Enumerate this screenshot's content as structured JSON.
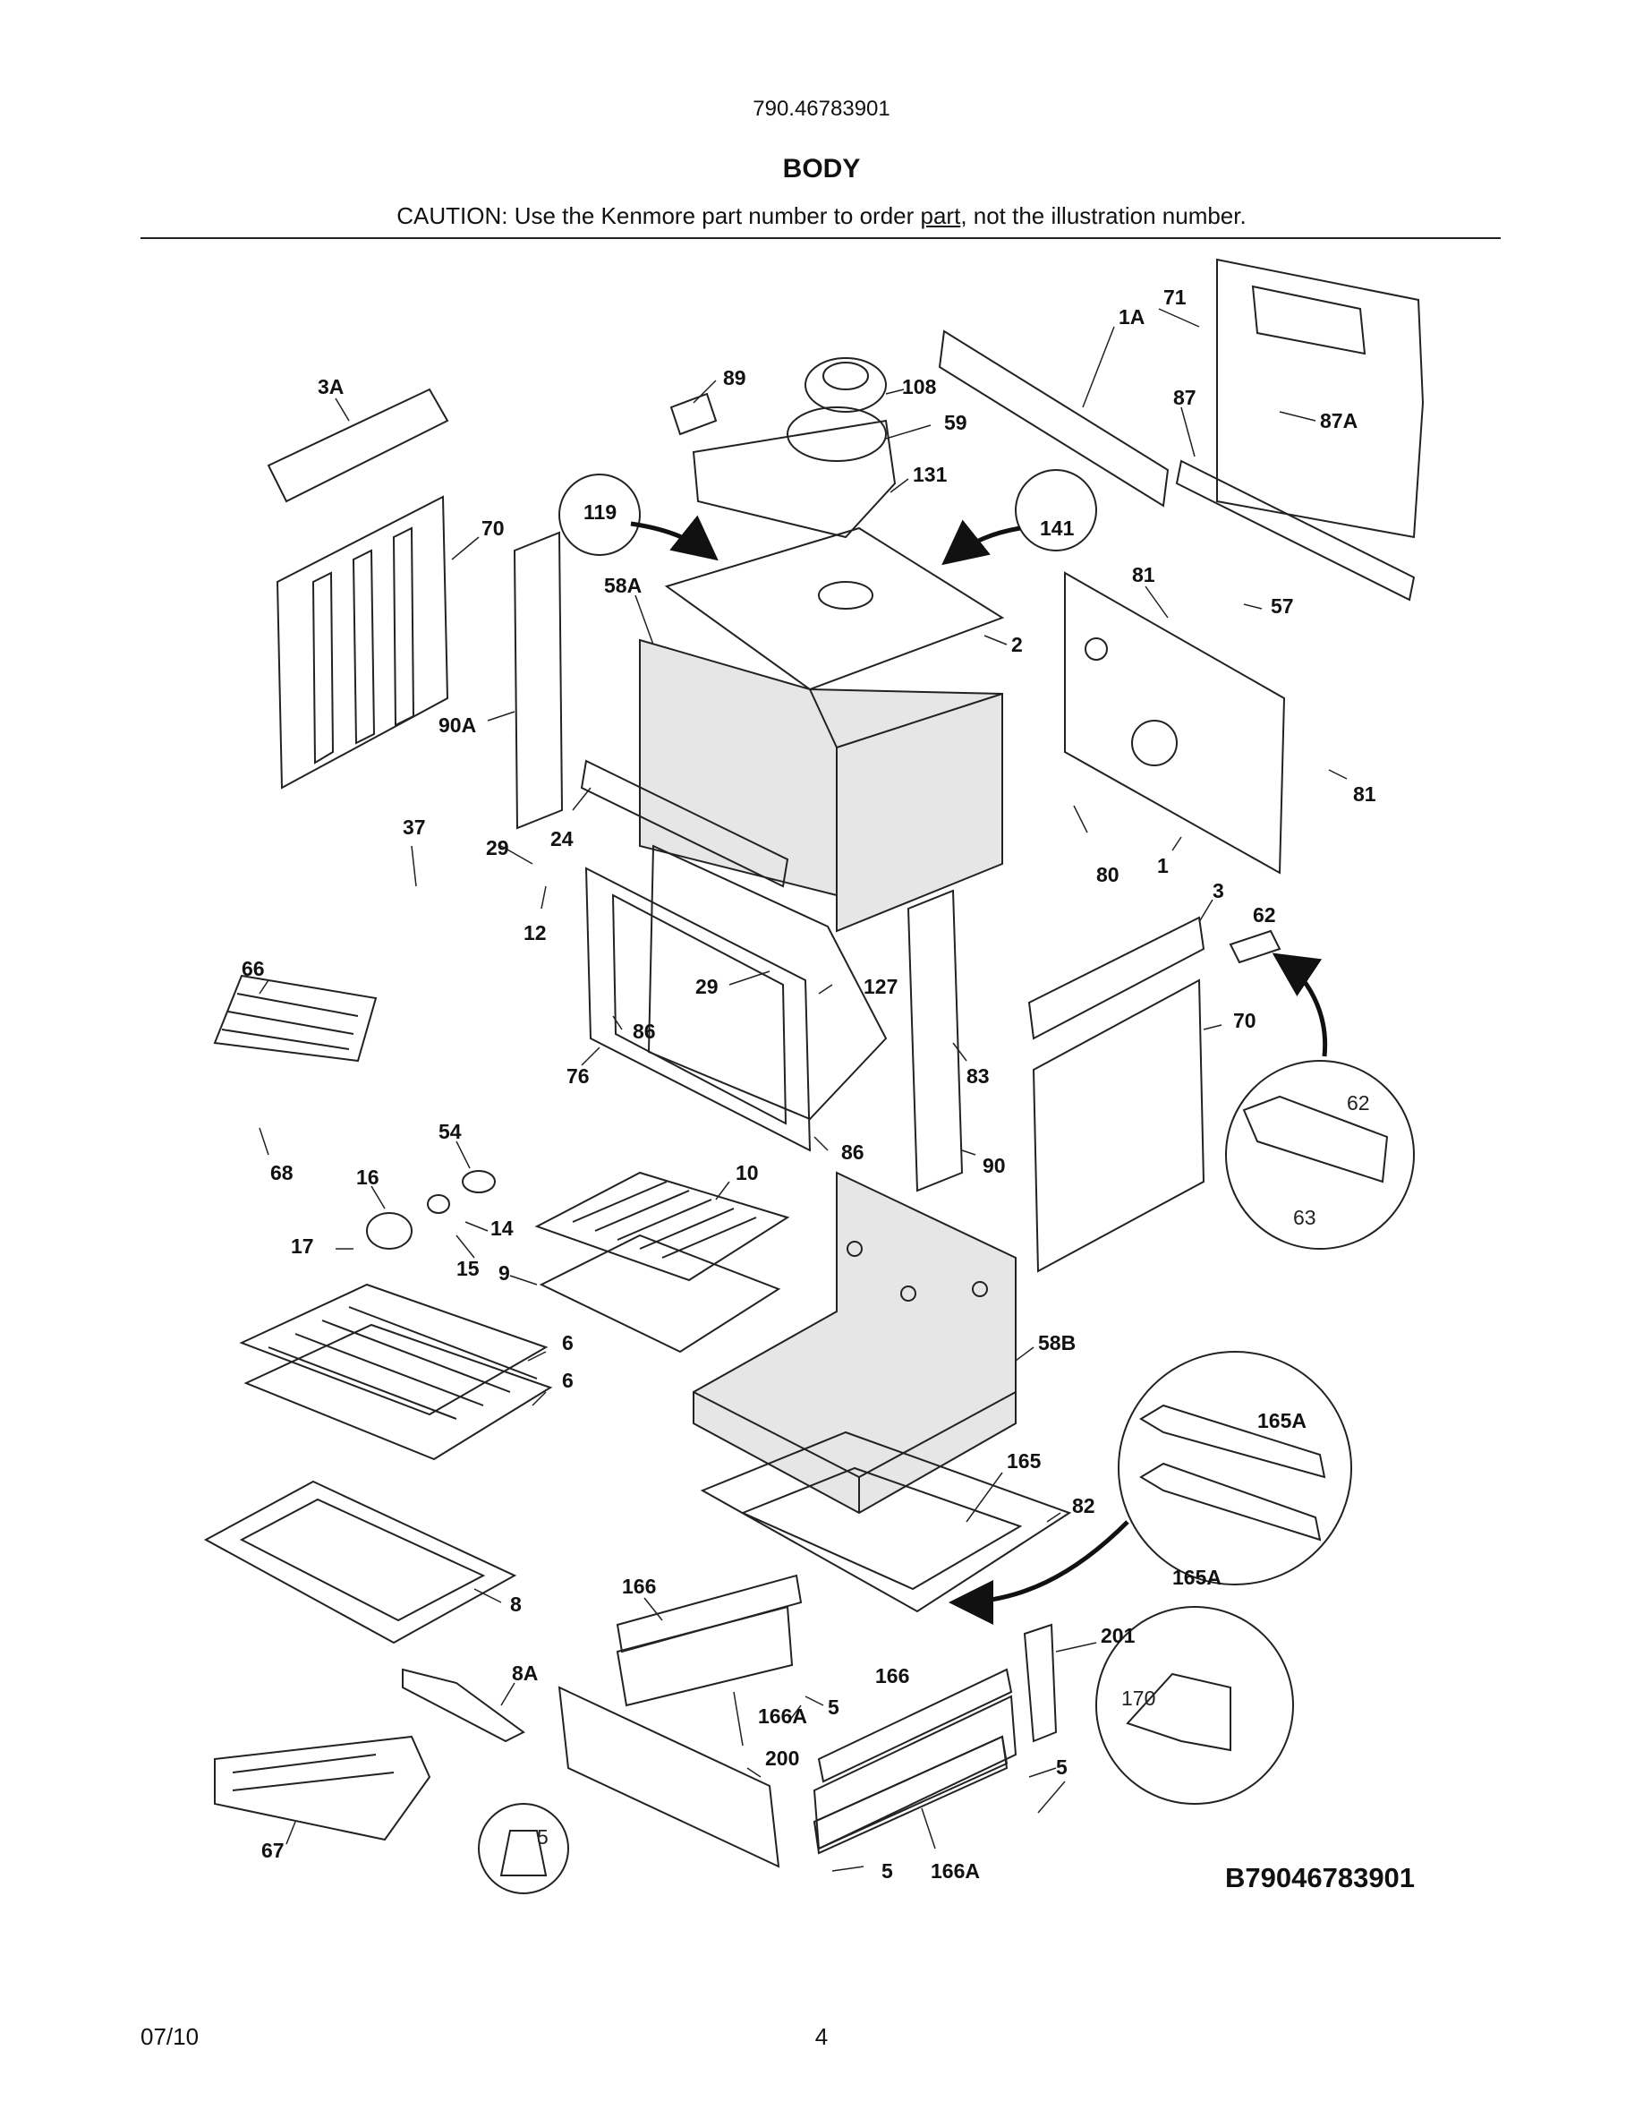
{
  "header": {
    "model_number": "790.46783901",
    "section_title": "BODY",
    "caution_before": "CAUTION: Use the Kenmore part number to order ",
    "caution_underlined": "part",
    "caution_after": ", not the illustration number."
  },
  "diagram": {
    "id": "B79046783901",
    "part_labels": [
      "71",
      "1A",
      "3A",
      "89",
      "108",
      "59",
      "87",
      "87A",
      "131",
      "119",
      "141",
      "70",
      "58A",
      "81",
      "57",
      "2",
      "90A",
      "81",
      "37",
      "24",
      "29",
      "80",
      "1",
      "12",
      "3",
      "62",
      "66",
      "29",
      "127",
      "70",
      "86",
      "76",
      "83",
      "62",
      "86",
      "90",
      "54",
      "63",
      "68",
      "16",
      "10",
      "14",
      "17",
      "15",
      "9",
      "6",
      "58B",
      "6",
      "165A",
      "165",
      "82",
      "165A",
      "8",
      "166",
      "201",
      "8A",
      "5",
      "166",
      "170",
      "166A",
      "5",
      "200",
      "5",
      "67",
      "5",
      "166A"
    ]
  },
  "footer": {
    "date": "07/10",
    "page": "4"
  },
  "colors": {
    "line": "#222222",
    "shade": "#e6e6e6",
    "arrow": "#111111"
  }
}
